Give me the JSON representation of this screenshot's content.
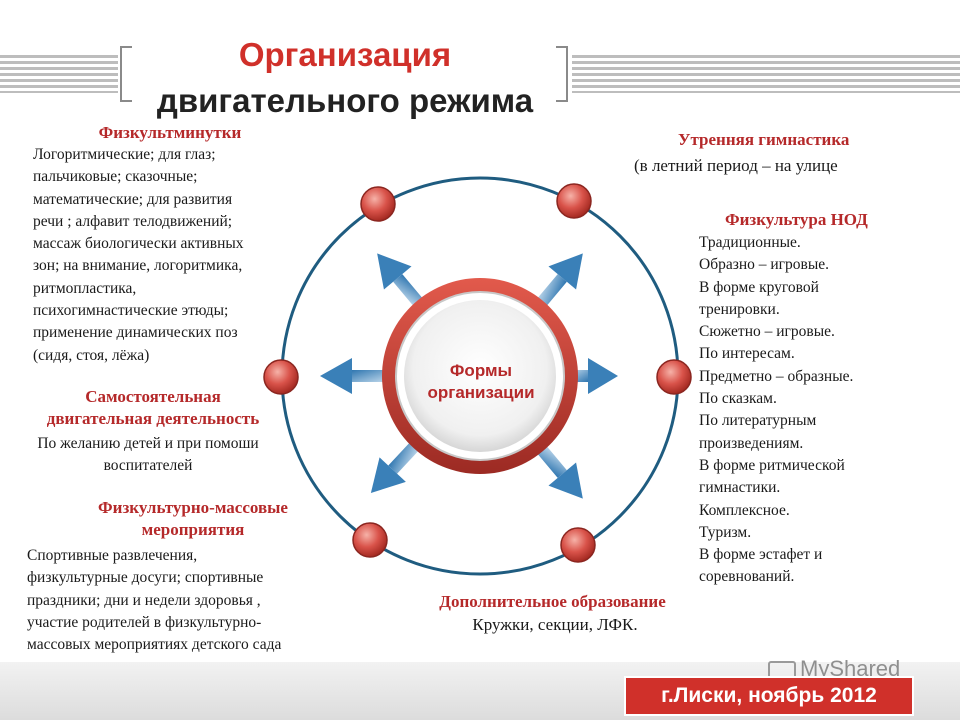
{
  "title": {
    "line1": "Организация",
    "line2": "двигательного режима"
  },
  "center_label": {
    "line1": "Формы",
    "line2": "организации"
  },
  "blocks": {
    "fizkultminutki": {
      "heading": "Физкультминутки",
      "lines": [
        "Логоритмические; для глаз;",
        "пальчиковые; сказочные;",
        "математические; для развития",
        "речи ; алфавит телодвижений;",
        "массаж биологически активных",
        "зон; на внимание, логоритмика,",
        "ритмопластика,",
        "психогимнастические этюды;",
        "применение динамических поз",
        "(сидя, стоя, лёжа)"
      ]
    },
    "samostoyatelnaya": {
      "heading_line1": "Самостоятельная",
      "heading_line2": "двигательная деятельность",
      "lines": [
        "По желанию детей и при помоши",
        "воспитателей"
      ]
    },
    "massovye": {
      "heading_line1": "Физкультурно-массовые",
      "heading_line2": "мероприятия",
      "lines": [
        "Спортивные развлечения,",
        "физкультурные досуги; спортивные",
        "праздники; дни и недели здоровья ,",
        "участие родителей в  физкультурно-",
        "массовых мероприятиях детского сада"
      ]
    },
    "utrennyaya": {
      "heading": "Утренняя гимнастика",
      "text": "(в летний период – на улице"
    },
    "nod": {
      "heading": "Физкультура НОД",
      "lines": [
        "Традиционные.",
        "Образно – игровые.",
        "В форме круговой",
        "тренировки.",
        "Сюжетно – игровые.",
        "По интересам.",
        "Предметно – образные.",
        "По сказкам.",
        "По литературным",
        "произведениям.",
        "В форме ритмической",
        "гимнастики.",
        "Комплексное.",
        "Туризм.",
        "В форме эстафет и",
        "соревнований."
      ]
    },
    "dopolnitelnoe": {
      "heading": "Дополнительное образование",
      "text": "Кружки, секции, ЛФК."
    }
  },
  "footer": {
    "place_date": "г.Лиски, ноябрь 2012"
  },
  "watermark": {
    "text": "MyShared"
  },
  "colors": {
    "accent_red": "#d0302a",
    "heading_red": "#b5292a",
    "ring_blue": "#1f5c80",
    "arrow_blue": "#4a8cc0",
    "node_red": "#d9534a"
  }
}
